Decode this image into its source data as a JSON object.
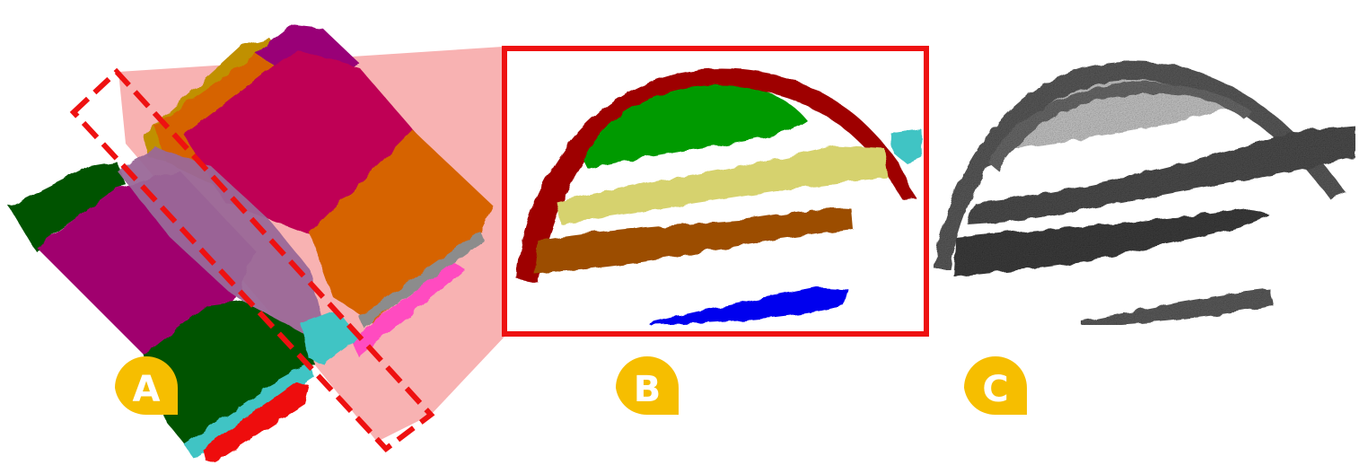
{
  "figure": {
    "panels": [
      {
        "id": "A",
        "label": "A",
        "description_role": "3d-segmented-block"
      },
      {
        "id": "B",
        "label": "B",
        "description_role": "segmented-cross-section"
      },
      {
        "id": "C",
        "label": "C",
        "description_role": "grayscale-cross-section"
      }
    ],
    "colors": {
      "badge": "#F6BE00",
      "highlight_box": "#EE1111",
      "projection_fill": "#F7A5A5",
      "arch": "#9E0000",
      "green_layer": "#009A00",
      "yellow_layer": "#D6D26E",
      "brown_layer": "#9C4E00",
      "blue_layer": "#0000EE",
      "cyan_layer": "#3FC4C4",
      "dark_green": "#005200",
      "magenta": "#A0006E",
      "crimson": "#BF0055",
      "orange": "#D66400",
      "mauve": "#9A6898",
      "olive": "#C09000",
      "purple": "#990077",
      "pink": "#FF4CC0",
      "red_strip": "#EE1111",
      "gray_strip": "#8C8C8C"
    }
  }
}
